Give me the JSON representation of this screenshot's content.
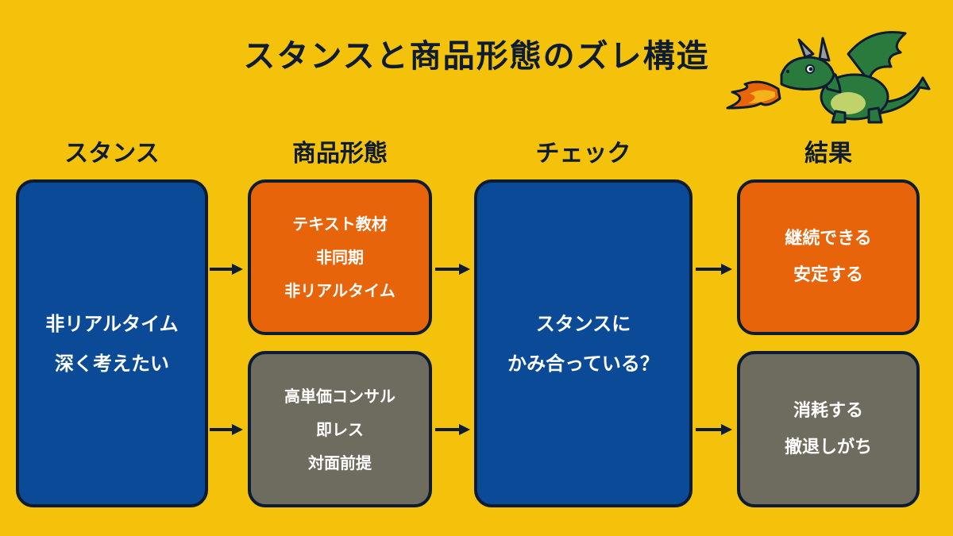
{
  "title": "スタンスと商品形態のズレ構造",
  "headers": {
    "stance": "スタンス",
    "product": "商品形態",
    "check": "チェック",
    "result": "結果"
  },
  "stance_box": {
    "lines": [
      "非リアルタイム",
      "深く考えたい"
    ]
  },
  "product_boxes": {
    "top": {
      "lines": [
        "テキスト教材",
        "非同期",
        "非リアルタイム"
      ]
    },
    "bottom": {
      "lines": [
        "高単価コンサル",
        "即レス",
        "対面前提"
      ]
    }
  },
  "check_box": {
    "lines": [
      "スタンスに",
      "かみ合っている？"
    ]
  },
  "result_boxes": {
    "top": {
      "lines": [
        "継続できる",
        "安定する"
      ]
    },
    "bottom": {
      "lines": [
        "消耗する",
        "撤退しがち"
      ]
    }
  },
  "colors": {
    "background": "#F4C20A",
    "blue": "#0B4A96",
    "orange": "#E8640A",
    "gray": "#6E6B5F",
    "outline": "#0D1B33"
  }
}
